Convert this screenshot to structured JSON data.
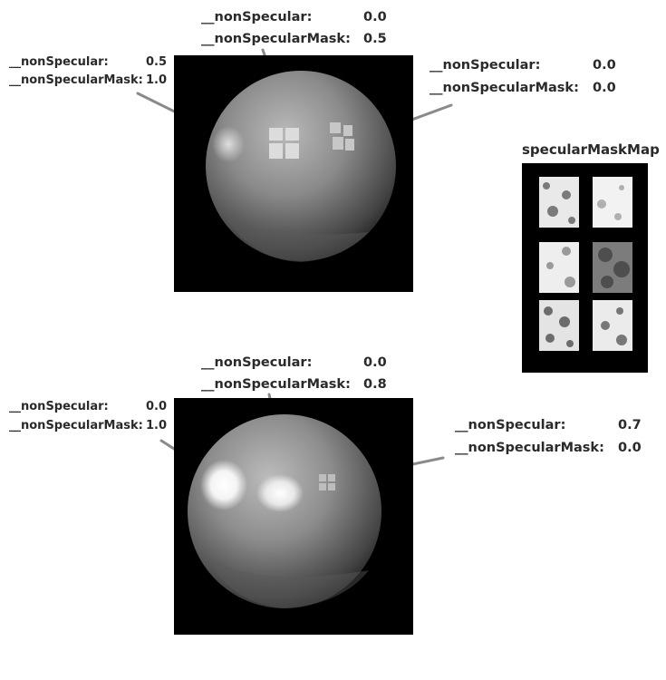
{
  "panels": [
    {
      "labels": {
        "top": {
          "specular_key": "__nonSpecular:",
          "specular_val": "0.0",
          "mask_key": "__nonSpecularMask:",
          "mask_val": "0.5"
        },
        "left": {
          "specular_key": "__nonSpecular:",
          "specular_val": "0.5",
          "mask_key": "__nonSpecularMask:",
          "mask_val": "1.0"
        },
        "right": {
          "specular_key": "__nonSpecular:",
          "specular_val": "0.0",
          "mask_key": "__nonSpecularMask:",
          "mask_val": "0.0"
        }
      }
    },
    {
      "labels": {
        "top": {
          "specular_key": "__nonSpecular:",
          "specular_val": "0.0",
          "mask_key": "__nonSpecularMask:",
          "mask_val": "0.8"
        },
        "left": {
          "specular_key": "__nonSpecular:",
          "specular_val": "0.0",
          "mask_key": "__nonSpecularMask:",
          "mask_val": "1.0"
        },
        "right": {
          "specular_key": "__nonSpecular:",
          "specular_val": "0.7",
          "mask_key": "__nonSpecularMask:",
          "mask_val": "0.0"
        }
      }
    }
  ],
  "mask_map": {
    "title": "specularMaskMap"
  },
  "colors": {
    "background": "#ffffff",
    "render_bg": "#000000",
    "label_text": "#2a2a2a",
    "leader_line": "#8a8a8a"
  }
}
